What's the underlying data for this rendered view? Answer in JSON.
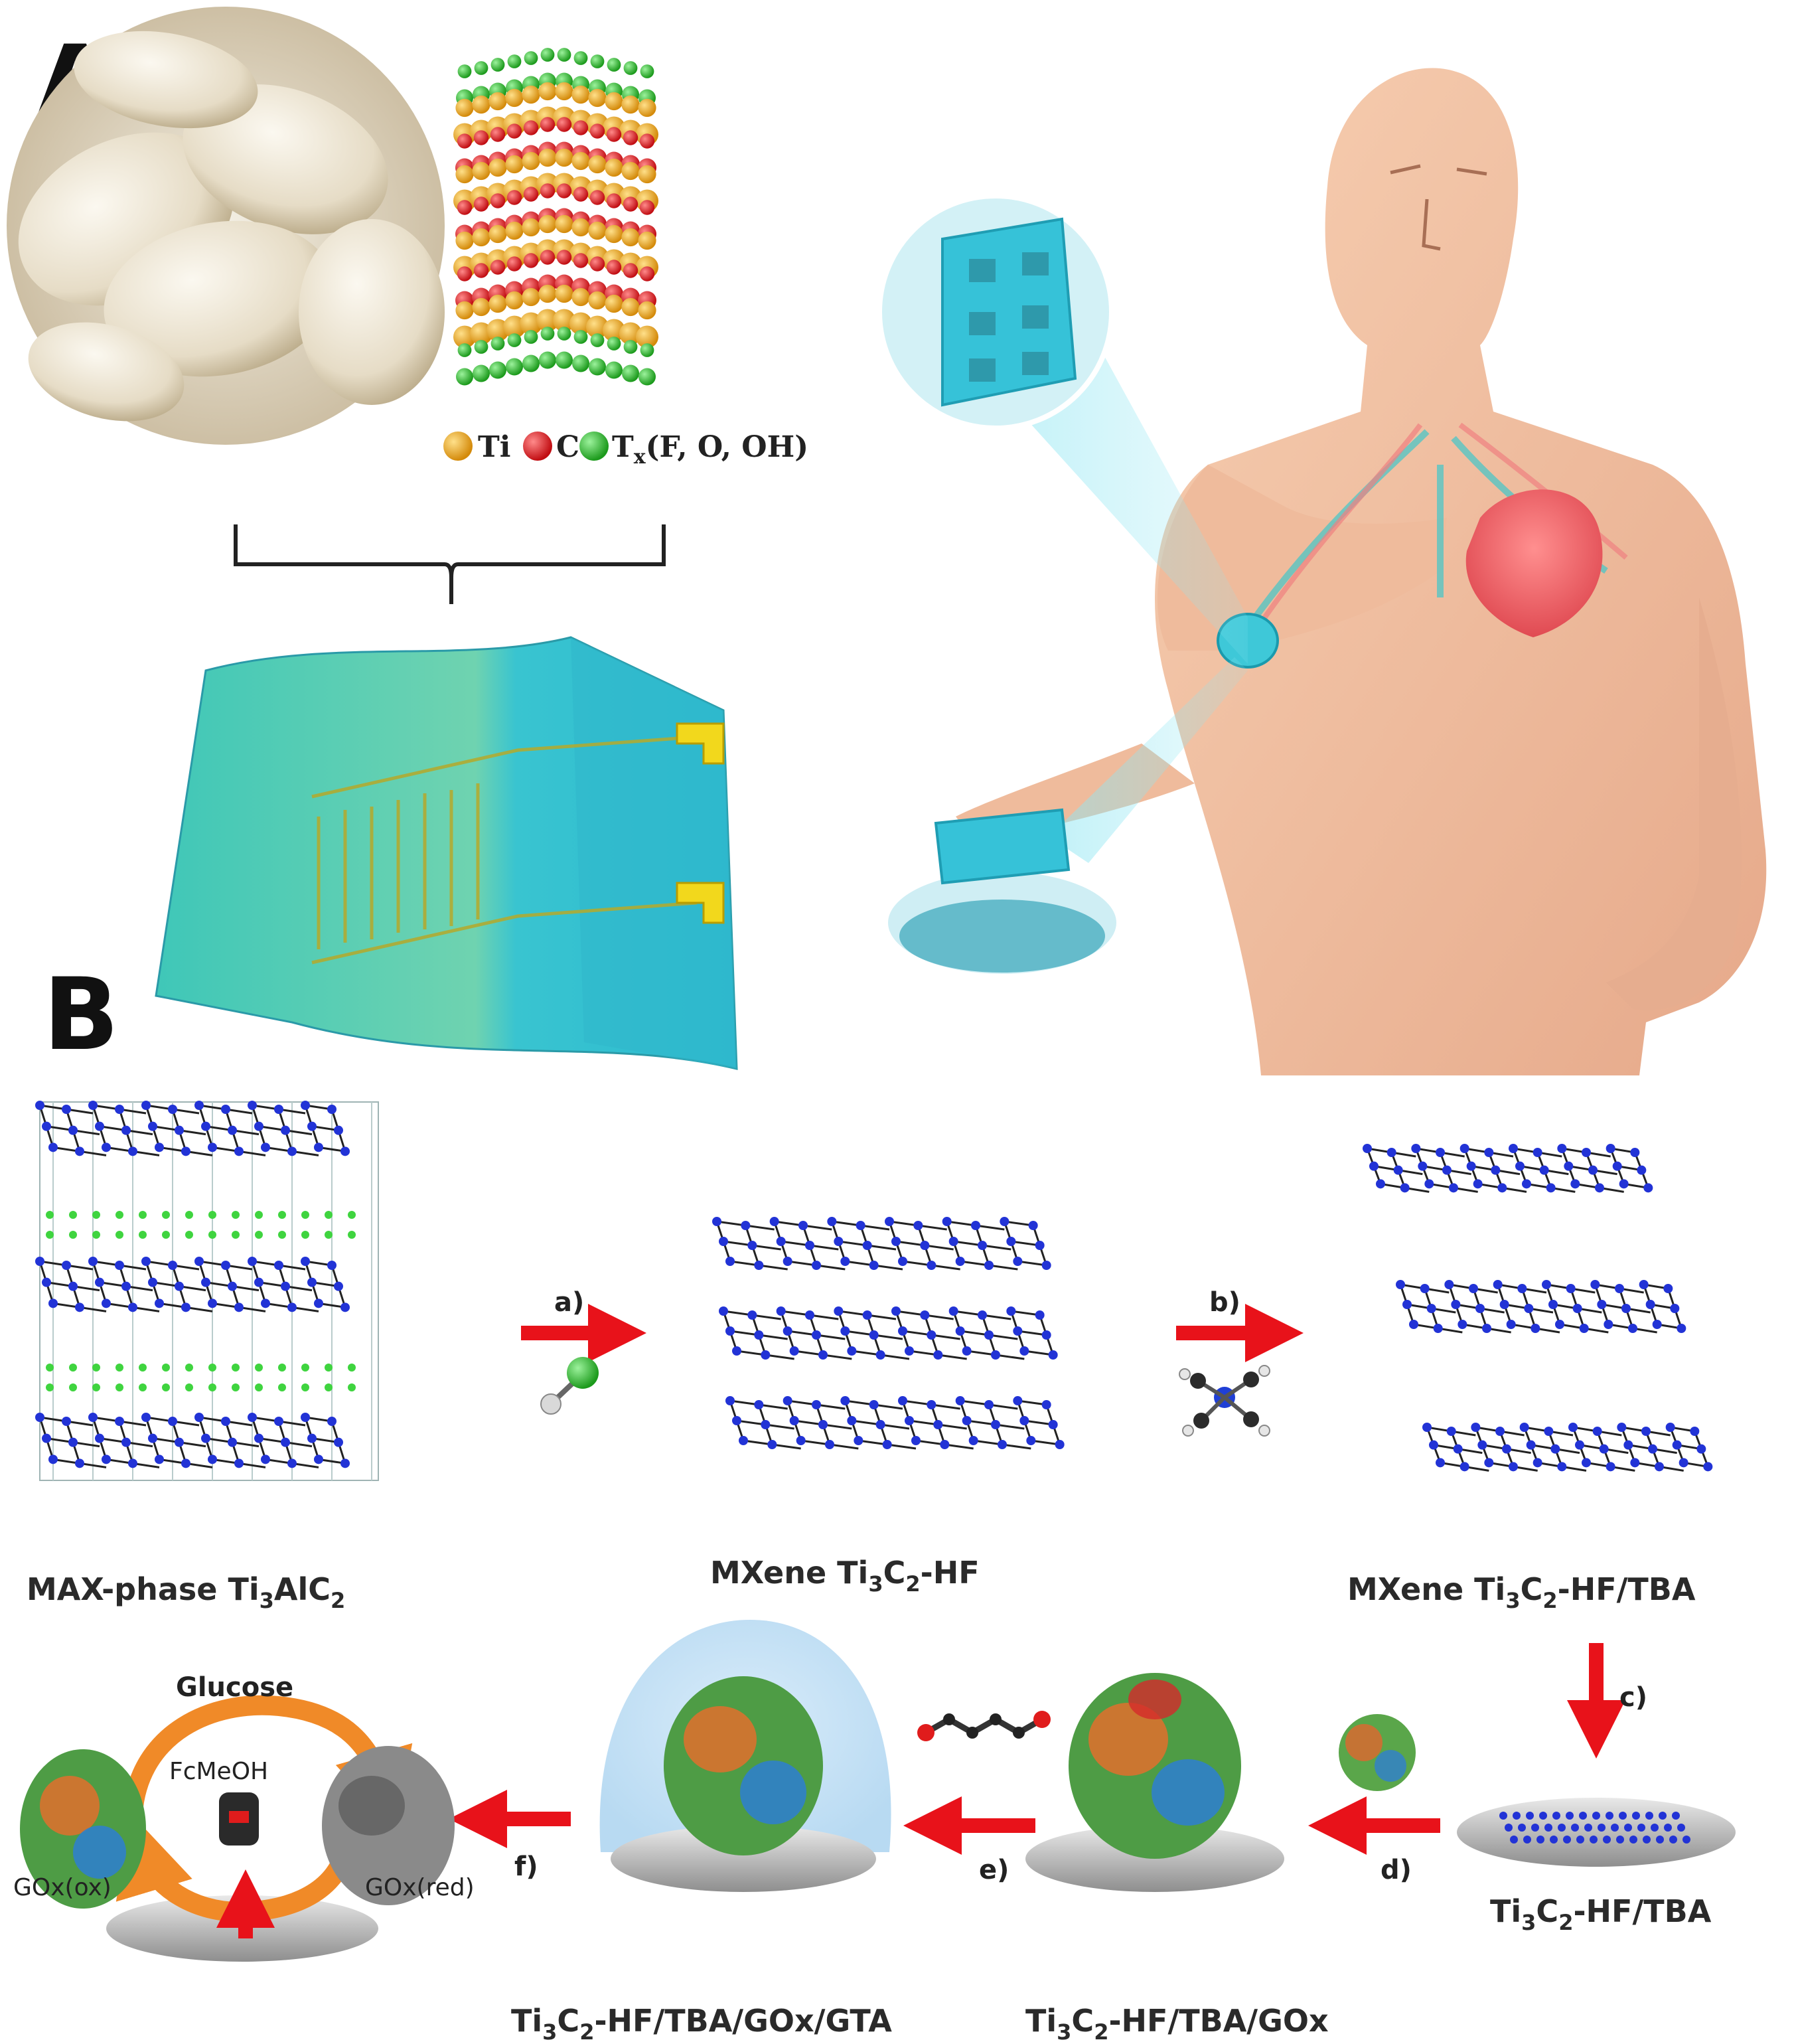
{
  "panels": {
    "a": "A",
    "b": "B"
  },
  "panel_a": {
    "legend": [
      {
        "symbol": "Ti",
        "color": "#e8a21a"
      },
      {
        "symbol": "C",
        "color": "#e0262a"
      },
      {
        "symbol": "T",
        "sub": "x",
        "rest": "(F, O, OH)",
        "color": "#2db52d"
      }
    ]
  },
  "panel_b": {
    "structures": [
      {
        "pre": "MAX-phase Ti",
        "s1": "3",
        "mid": "AlC",
        "s2": "2",
        "post": ""
      },
      {
        "pre": "MXene Ti",
        "s1": "3",
        "mid": "C",
        "s2": "2",
        "post": "-HF"
      },
      {
        "pre": "MXene Ti",
        "s1": "3",
        "mid": "C",
        "s2": "2",
        "post": "-HF/TBA"
      }
    ],
    "electrodes": [
      {
        "pre": "Ti",
        "s1": "3",
        "mid": "C",
        "s2": "2",
        "post": "-HF/TBA"
      },
      {
        "pre": "Ti",
        "s1": "3",
        "mid": "C",
        "s2": "2",
        "post": "-HF/TBA/GOx"
      },
      {
        "pre": "Ti",
        "s1": "3",
        "mid": "C",
        "s2": "2",
        "post": "-HF/TBA/GOx/GTA"
      }
    ],
    "steps": [
      "a)",
      "b)",
      "c)",
      "d)",
      "e)",
      "f)"
    ],
    "cycle": {
      "top": "Glucose",
      "mediator": "FcMeOH",
      "left": "GOx(ox)",
      "right": "GOx(red)"
    }
  }
}
